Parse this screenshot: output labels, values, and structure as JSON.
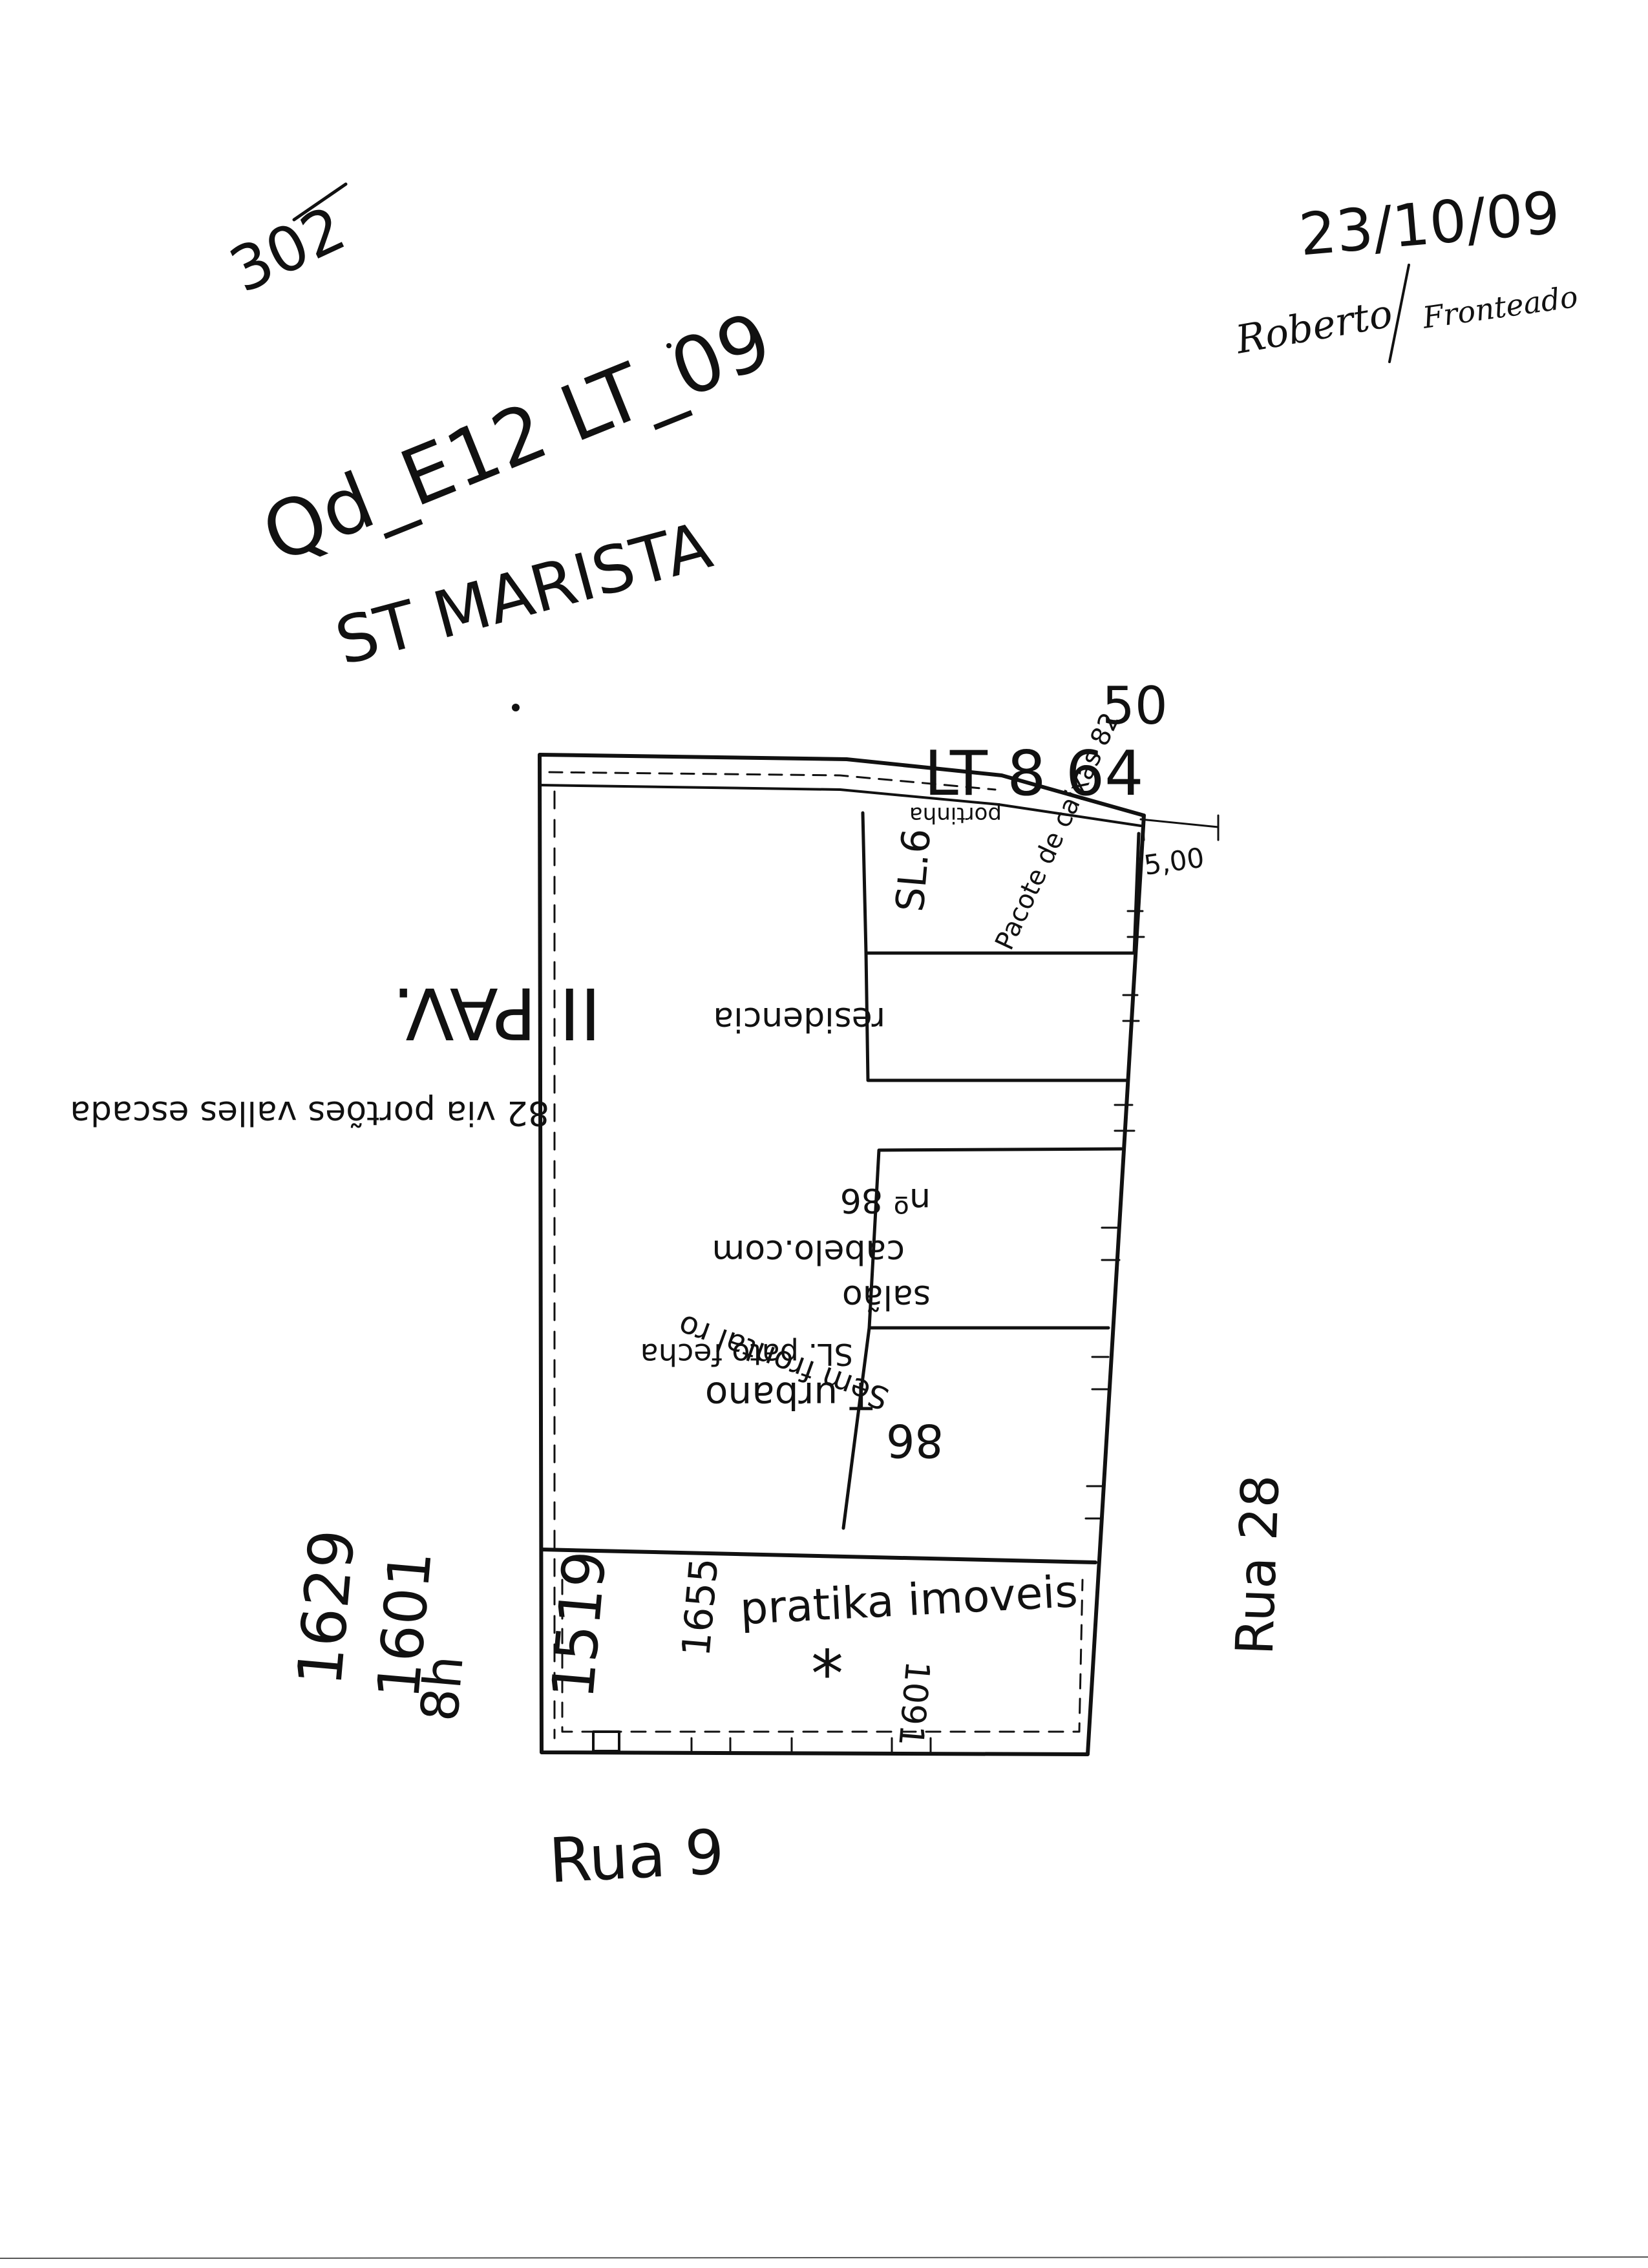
{
  "header": {
    "sheet_number": "302",
    "block_lot": "Qd_E12 LT_09",
    "sector": "ST MARISTA",
    "date": "23/10/09",
    "author": "Roberto",
    "author_extra": "Fronteado"
  },
  "lot_labels": {
    "top_number": "50",
    "top_lots": "LT 8 64",
    "right_dim": "5,00",
    "left_numbers": [
      "1629",
      "1601",
      "8h",
      "1519"
    ]
  },
  "rooms": {
    "garage": "portinha",
    "room_sl6": "SL.6",
    "room_sl6_detail": "Pacote de caixas 82",
    "residencia": "residencia",
    "two_pav": "II PAV.",
    "via_label": "82 via portões valles escada",
    "salao": "salão",
    "salao_detail": "cabelo.com",
    "salao_number": "nº 86",
    "urbano": "T urbano",
    "urbano_detail": "SL. pato fecha",
    "sem_frontal_number": "86",
    "sem_frontal": "Sem frontal ro",
    "front_shop": "pratika imoveis",
    "front_num_left": "1655",
    "front_num_right": "1091",
    "star": "*"
  },
  "streets": {
    "bottom": "Rua 9",
    "right": "Rua 28"
  }
}
